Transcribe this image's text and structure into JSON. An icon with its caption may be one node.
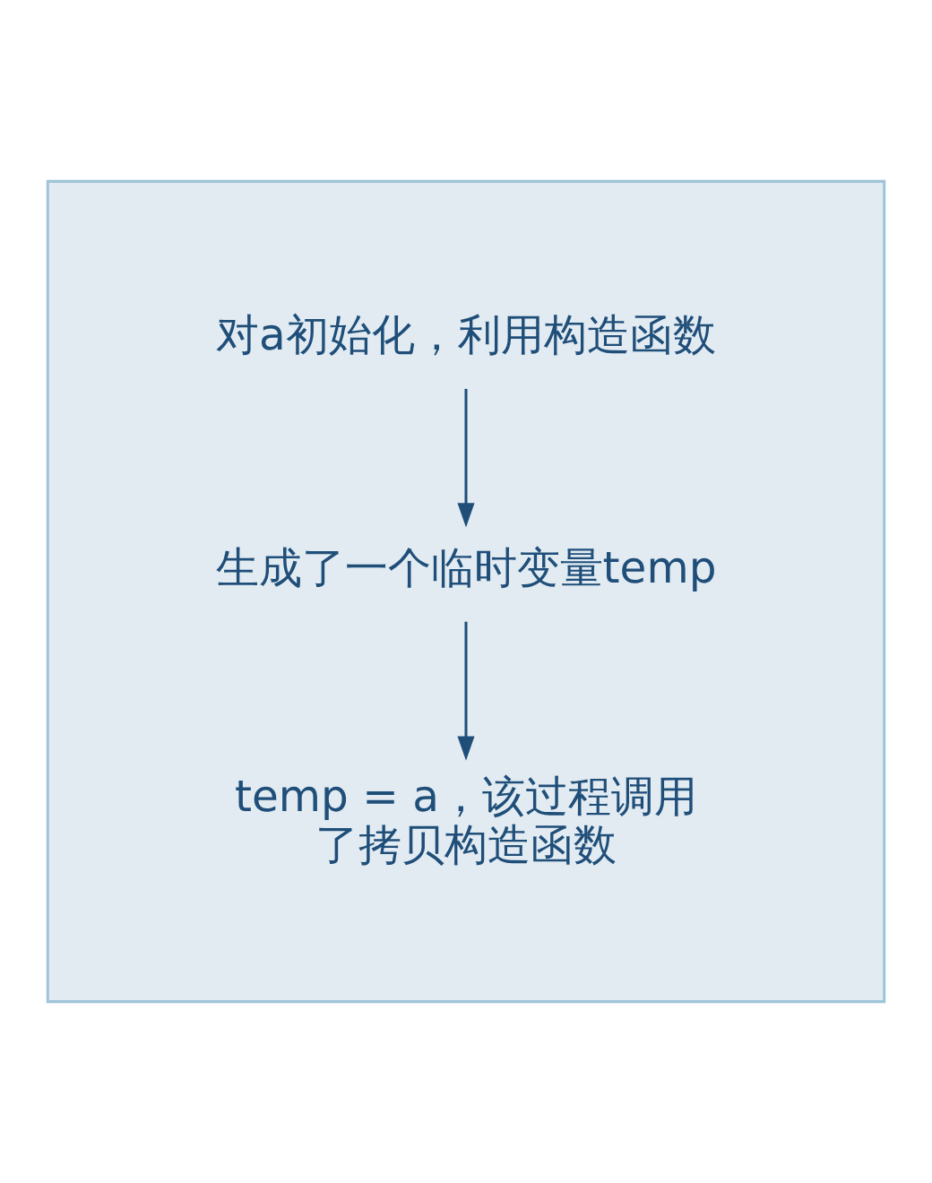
{
  "diagram": {
    "nodes": [
      {
        "text": [],
        "shape": "box"
      },
      {
        "text": [
          "对a初始化，利用构造函数"
        ],
        "in": 0
      },
      {
        "text": [
          "生成了一个临时变量temp"
        ],
        "in": 0
      },
      {
        "text": [
          "temp = a，该过程调用了拷贝构造函数"
        ],
        "in": 0
      }
    ],
    "edges": [
      {
        "from": 1,
        "to": 2,
        "arrow": "to"
      },
      {
        "from": 2,
        "to": 3,
        "arrow": "to"
      }
    ]
  }
}
